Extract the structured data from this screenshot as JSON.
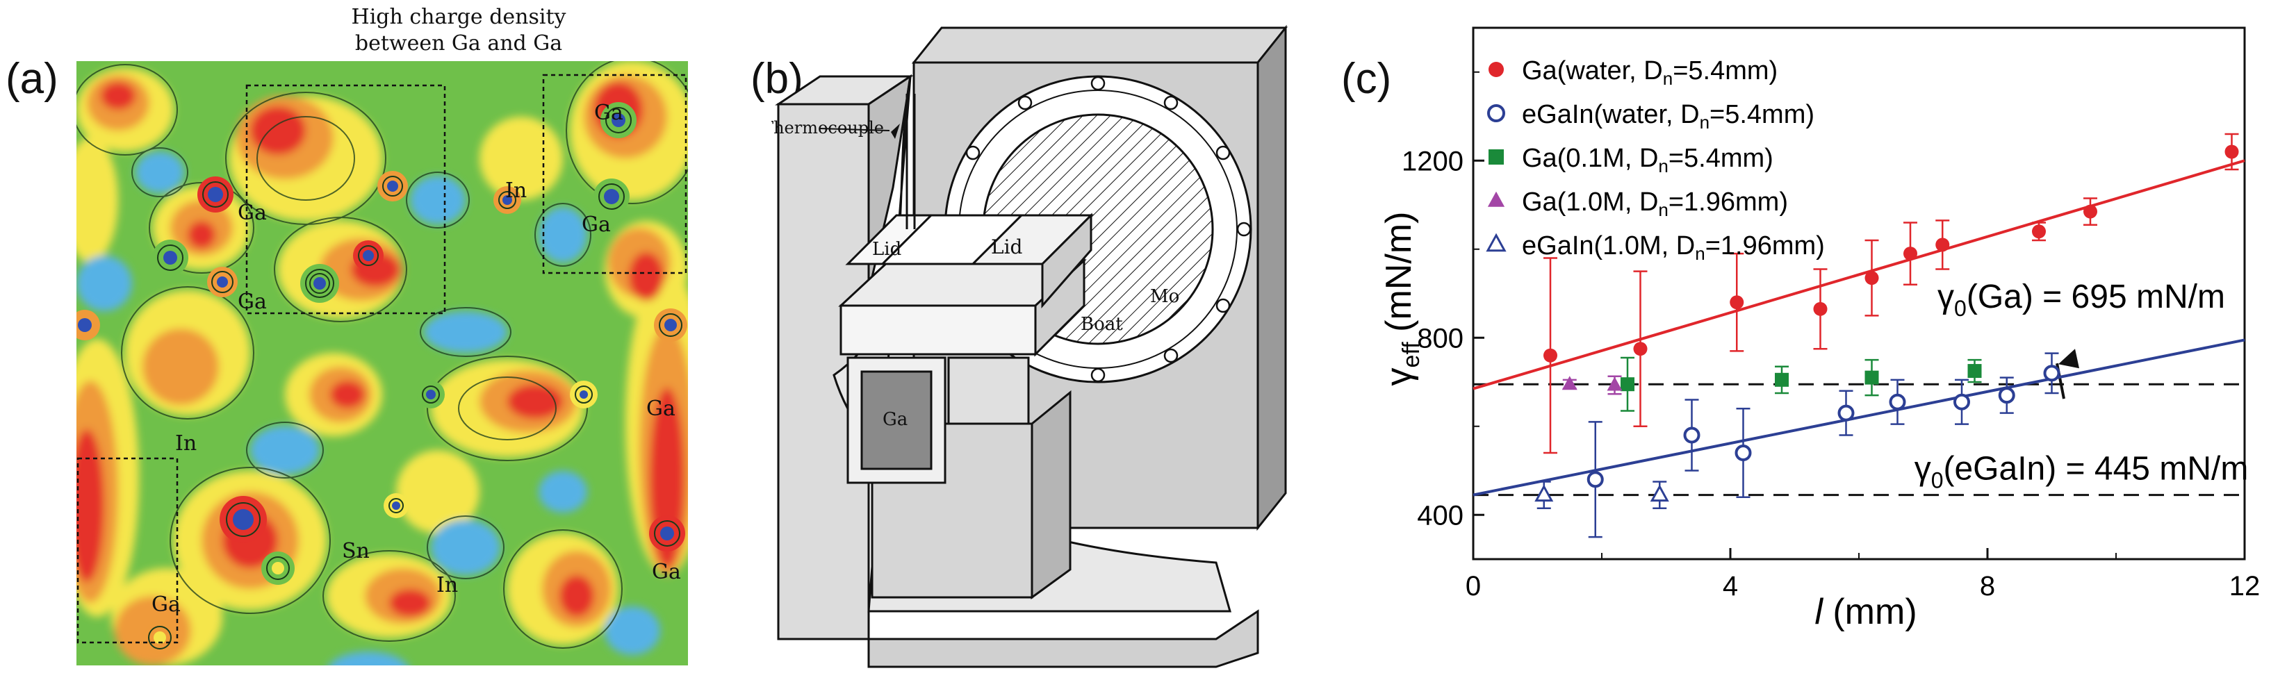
{
  "panels": {
    "a": {
      "label": "(a)",
      "caption_line1": "High charge density",
      "caption_line2": "between Ga and Ga",
      "atoms": [
        {
          "label": "Ga"
        },
        {
          "label": "Ga"
        },
        {
          "label": "In"
        },
        {
          "label": "Ga"
        },
        {
          "label": "Ga"
        },
        {
          "label": "In"
        },
        {
          "label": "Ga"
        },
        {
          "label": "Sn"
        },
        {
          "label": "In"
        },
        {
          "label": "Ga"
        },
        {
          "label": "Ga"
        }
      ]
    },
    "b": {
      "label": "(b)",
      "thermocouple": "Thermocouple",
      "lid_left": "Lid",
      "lid_right": "Lid",
      "boat": "Boat",
      "mo": "Mo",
      "ga": "Ga"
    },
    "c": {
      "label": "(c)"
    }
  },
  "chart_data": {
    "type": "scatter",
    "xlabel": "l (mm)",
    "ylabel": "γeff (mN/m)",
    "xlim": [
      0,
      12
    ],
    "ylim": [
      300,
      1500
    ],
    "xticks": [
      "0",
      "4",
      "8",
      "12"
    ],
    "yticks": [
      "400",
      "800",
      "1200"
    ],
    "legend_position": "top-left",
    "grid": false,
    "series": [
      {
        "name": "Ga(water, Dn=5.4mm)",
        "marker": "filled-circle",
        "color": "#e0262b",
        "points": [
          [
            1.2,
            760,
            220
          ],
          [
            2.6,
            775,
            175
          ],
          [
            4.1,
            880,
            110
          ],
          [
            5.4,
            865,
            90
          ],
          [
            6.2,
            935,
            85
          ],
          [
            6.8,
            990,
            70
          ],
          [
            7.3,
            1010,
            55
          ],
          [
            8.8,
            1040,
            20
          ],
          [
            9.6,
            1085,
            30
          ],
          [
            11.8,
            1220,
            40
          ]
        ]
      },
      {
        "name": "eGaIn(water, Dn=5.4mm)",
        "marker": "open-circle",
        "color": "#2c3f94",
        "points": [
          [
            1.9,
            480,
            130
          ],
          [
            3.4,
            580,
            80
          ],
          [
            4.2,
            540,
            100
          ],
          [
            5.8,
            630,
            50
          ],
          [
            6.6,
            655,
            50
          ],
          [
            7.6,
            655,
            50
          ],
          [
            8.3,
            670,
            40
          ],
          [
            9.0,
            720,
            45
          ]
        ]
      },
      {
        "name": "Ga(0.1M, Dn=5.4mm)",
        "marker": "filled-square",
        "color": "#1a8a3a",
        "points": [
          [
            2.4,
            695,
            60
          ],
          [
            4.8,
            705,
            30
          ],
          [
            6.2,
            710,
            40
          ],
          [
            7.8,
            725,
            25
          ]
        ]
      },
      {
        "name": "Ga(1.0M, Dn=1.96mm)",
        "marker": "filled-triangle",
        "color": "#a346a6",
        "points": [
          [
            1.5,
            695,
            10
          ],
          [
            2.2,
            693,
            20
          ]
        ]
      },
      {
        "name": "eGaIn(1.0M, Dn=1.96mm)",
        "marker": "open-triangle",
        "color": "#2c3f94",
        "points": [
          [
            1.1,
            445,
            30
          ],
          [
            2.9,
            445,
            30
          ]
        ]
      }
    ],
    "fit_lines": [
      {
        "color": "#e0262b",
        "x": [
          0,
          12
        ],
        "y": [
          685,
          1200
        ]
      },
      {
        "color": "#2c3f94",
        "x": [
          0,
          12
        ],
        "y": [
          445,
          795
        ]
      }
    ],
    "reference_lines": [
      {
        "y": 695,
        "style": "dashed",
        "label": "γ0(Ga) = 695 mN/m"
      },
      {
        "y": 445,
        "style": "dashed",
        "label": "γ0(eGaIn) = 445 mN/m"
      }
    ]
  }
}
